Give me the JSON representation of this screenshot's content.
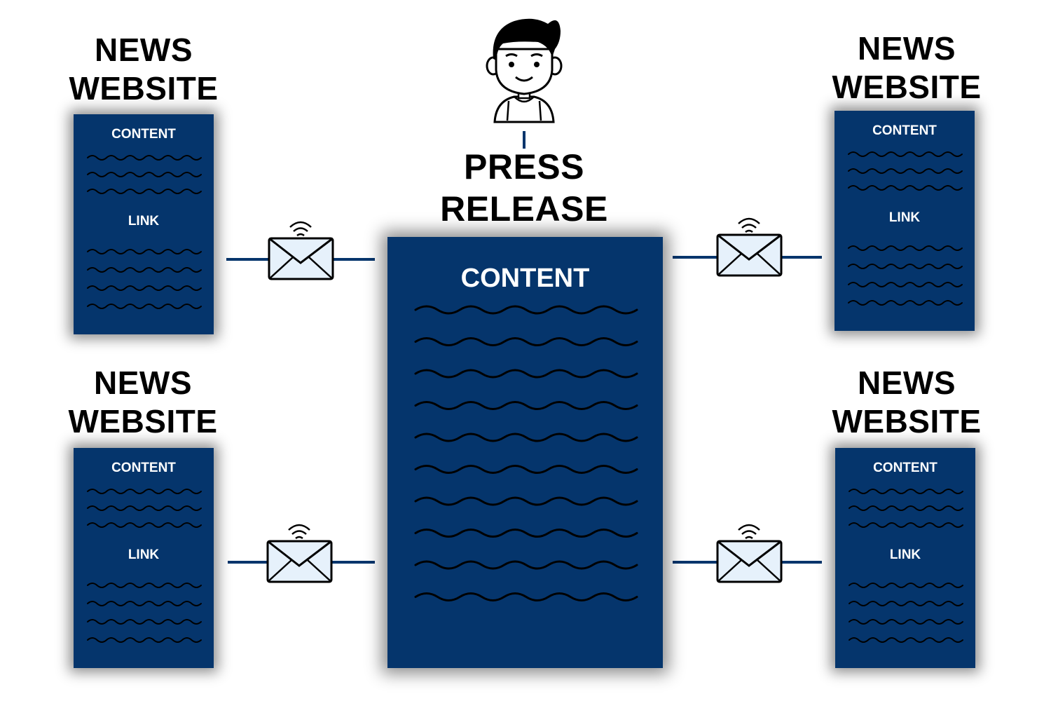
{
  "sites": [
    {
      "heading_line1": "NEWS",
      "heading_line2": "WEBSITE",
      "content_label": "CONTENT",
      "link_label": "LINK"
    },
    {
      "heading_line1": "NEWS",
      "heading_line2": "WEBSITE",
      "content_label": "CONTENT",
      "link_label": "LINK"
    },
    {
      "heading_line1": "NEWS",
      "heading_line2": "WEBSITE",
      "content_label": "CONTENT",
      "link_label": "LINK"
    },
    {
      "heading_line1": "NEWS",
      "heading_line2": "WEBSITE",
      "content_label": "CONTENT",
      "link_label": "LINK"
    }
  ],
  "press_release": {
    "heading_line1": "PRESS",
    "heading_line2": "RELEASE",
    "content_label": "CONTENT"
  },
  "colors": {
    "document_fill": "#05356c",
    "connector": "#05356c",
    "envelope_fill": "#e6f1fb",
    "text": "#000000",
    "label_text": "#ffffff"
  },
  "icons": [
    "person-avatar-icon",
    "envelope-wifi-icon"
  ]
}
